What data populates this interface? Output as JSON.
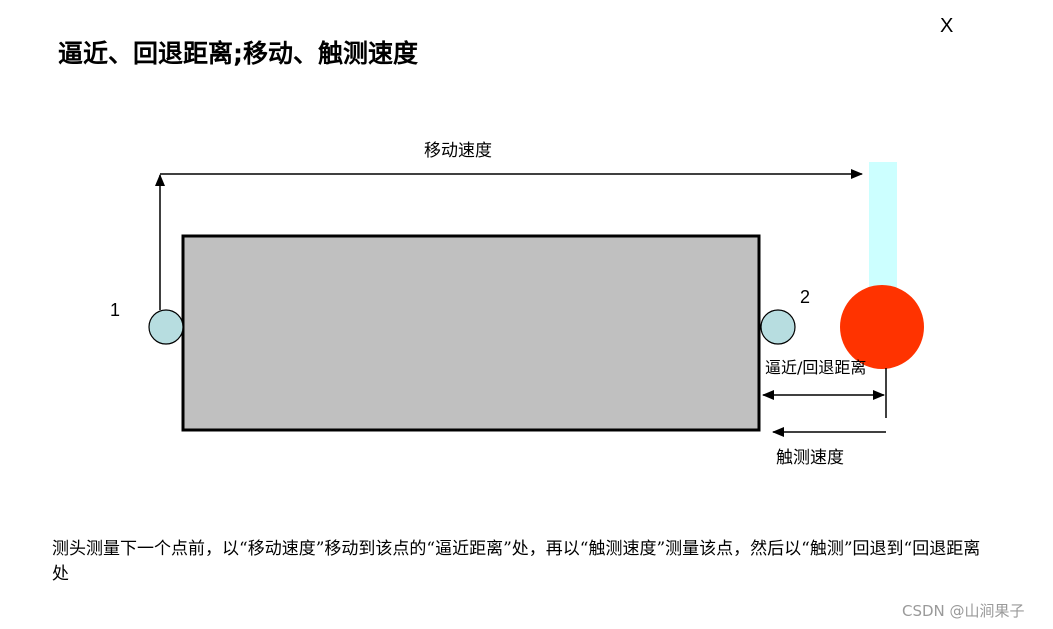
{
  "title": "逼近、回退距离;移动、触测速度",
  "close_label": "X",
  "diagram": {
    "move_speed_label": "移动速度",
    "point1_label": "1",
    "point2_label": "2",
    "approach_retract_label": "逼近/回退距离",
    "touch_speed_label": "触测速度",
    "colors": {
      "block_fill": "#c0c0c0",
      "point_fill": "#b7dde0",
      "probe_ball": "#ff3300",
      "probe_stem": "#ccffff"
    }
  },
  "description": "测头测量下一个点前，以“移动速度”移动到该点的“逼近距离”处，再以“触测速度”测量该点，然后以“触测”回退到“回退距离处",
  "watermark": "CSDN @山涧果子"
}
